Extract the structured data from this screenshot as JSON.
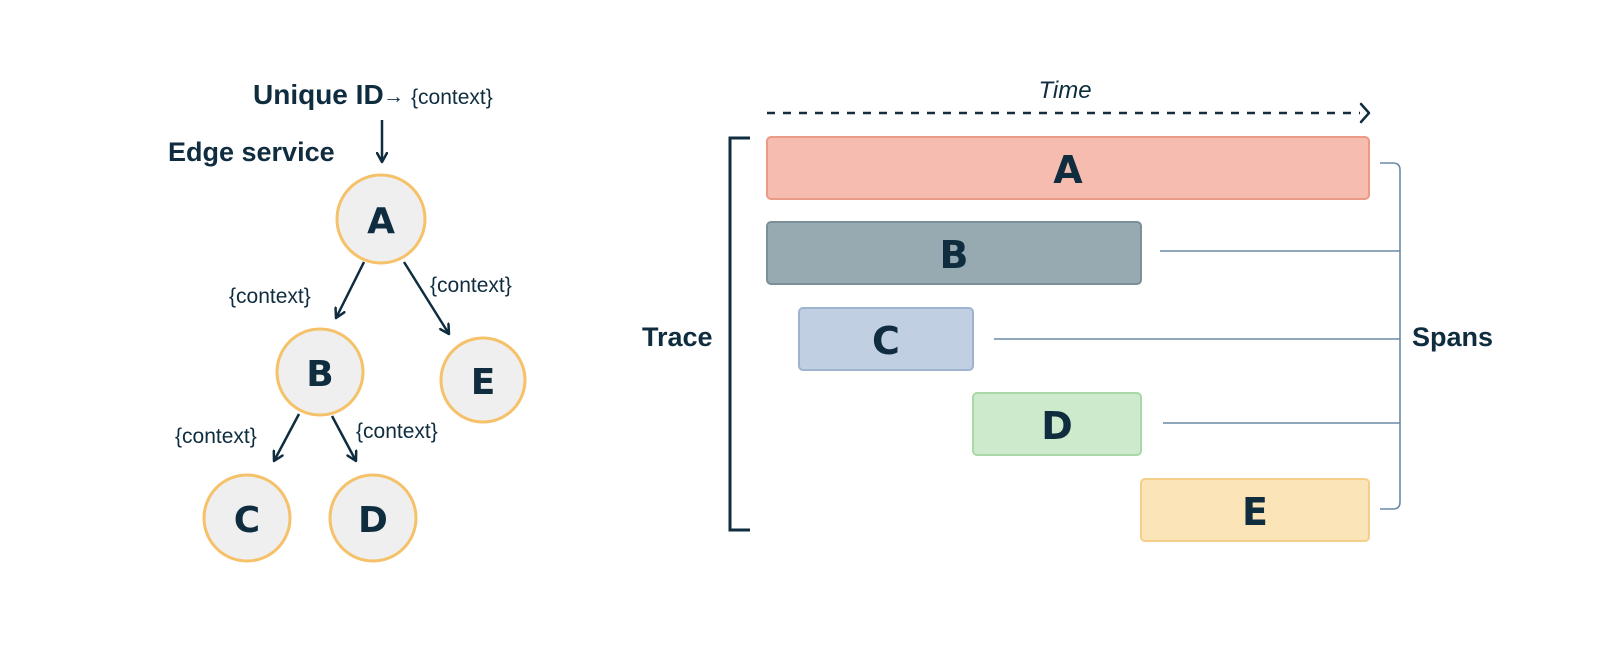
{
  "tree": {
    "root_label": "Unique ID",
    "arrow": "→",
    "root_context": "{context}",
    "edge_service_label": "Edge service",
    "nodes": [
      {
        "id": "A"
      },
      {
        "id": "B"
      },
      {
        "id": "E"
      },
      {
        "id": "C"
      },
      {
        "id": "D"
      }
    ],
    "edges": [
      {
        "from": "A",
        "to": "B",
        "label": "{context}"
      },
      {
        "from": "A",
        "to": "E",
        "label": "{context}"
      },
      {
        "from": "B",
        "to": "C",
        "label": "{context}"
      },
      {
        "from": "B",
        "to": "D",
        "label": "{context}"
      }
    ],
    "node_fill": "#efeff0",
    "node_stroke": "#f5c169"
  },
  "timeline": {
    "time_label": "Time",
    "trace_label": "Trace",
    "spans_label": "Spans",
    "spans": [
      {
        "label": "A",
        "fill": "#f5bcaf",
        "stroke": "#ec9a88"
      },
      {
        "label": "B",
        "fill": "#97aab1",
        "stroke": "#7b8f98"
      },
      {
        "label": "C",
        "fill": "#c1cfe2",
        "stroke": "#9fb2cf"
      },
      {
        "label": "D",
        "fill": "#cdebcc",
        "stroke": "#a8d9a6"
      },
      {
        "label": "E",
        "fill": "#fbe4b8",
        "stroke": "#f5cf8a"
      }
    ],
    "bracket_color": "#6a8aa6"
  },
  "colors": {
    "ink": "#0f2d3f"
  }
}
